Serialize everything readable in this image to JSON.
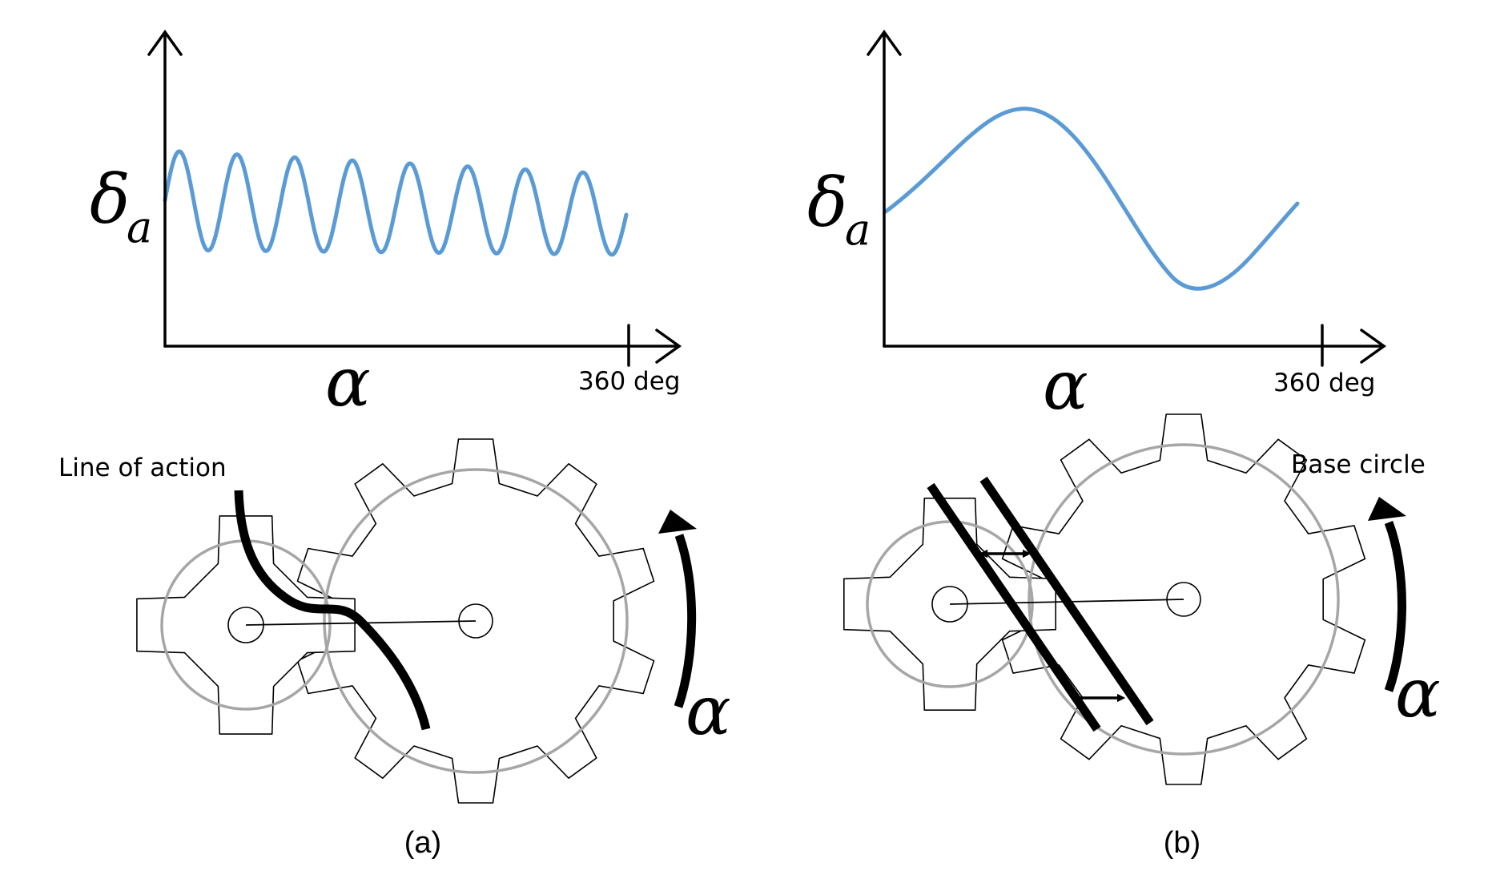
{
  "panels": [
    {
      "id": "a",
      "caption": "(a)",
      "y_symbol": "δ",
      "y_subscript": "a",
      "x_symbol": "α",
      "x_end_label": "360 deg",
      "annotation": "Line of action",
      "rotation_symbol": "α"
    },
    {
      "id": "b",
      "caption": "(b)",
      "y_symbol": "δ",
      "y_subscript": "a",
      "x_symbol": "α",
      "x_end_label": "360 deg",
      "annotation": "Base circle",
      "rotation_symbol": "α"
    }
  ],
  "colors": {
    "curve": "#5b9bd5",
    "base_circle": "#a6a6a6",
    "ink": "#000000"
  }
}
